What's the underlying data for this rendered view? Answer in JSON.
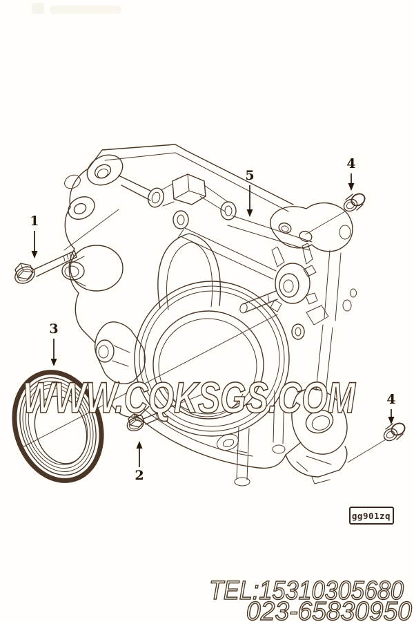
{
  "diagram": {
    "watermark": "WWW.CQKSGS.COM",
    "part_code": "gg901zq",
    "callouts": {
      "item1": "1",
      "item2": "2",
      "item3": "3",
      "item4_top": "4",
      "item4_bottom": "4",
      "item5": "5"
    },
    "contact": {
      "tel_line": "TEL:15310305680",
      "alt_line": "023-65830950"
    }
  },
  "colors": {
    "background": "#fffefa",
    "line": "#4a3626",
    "callout": "#241708",
    "watermark_outline": "#4a3522"
  }
}
